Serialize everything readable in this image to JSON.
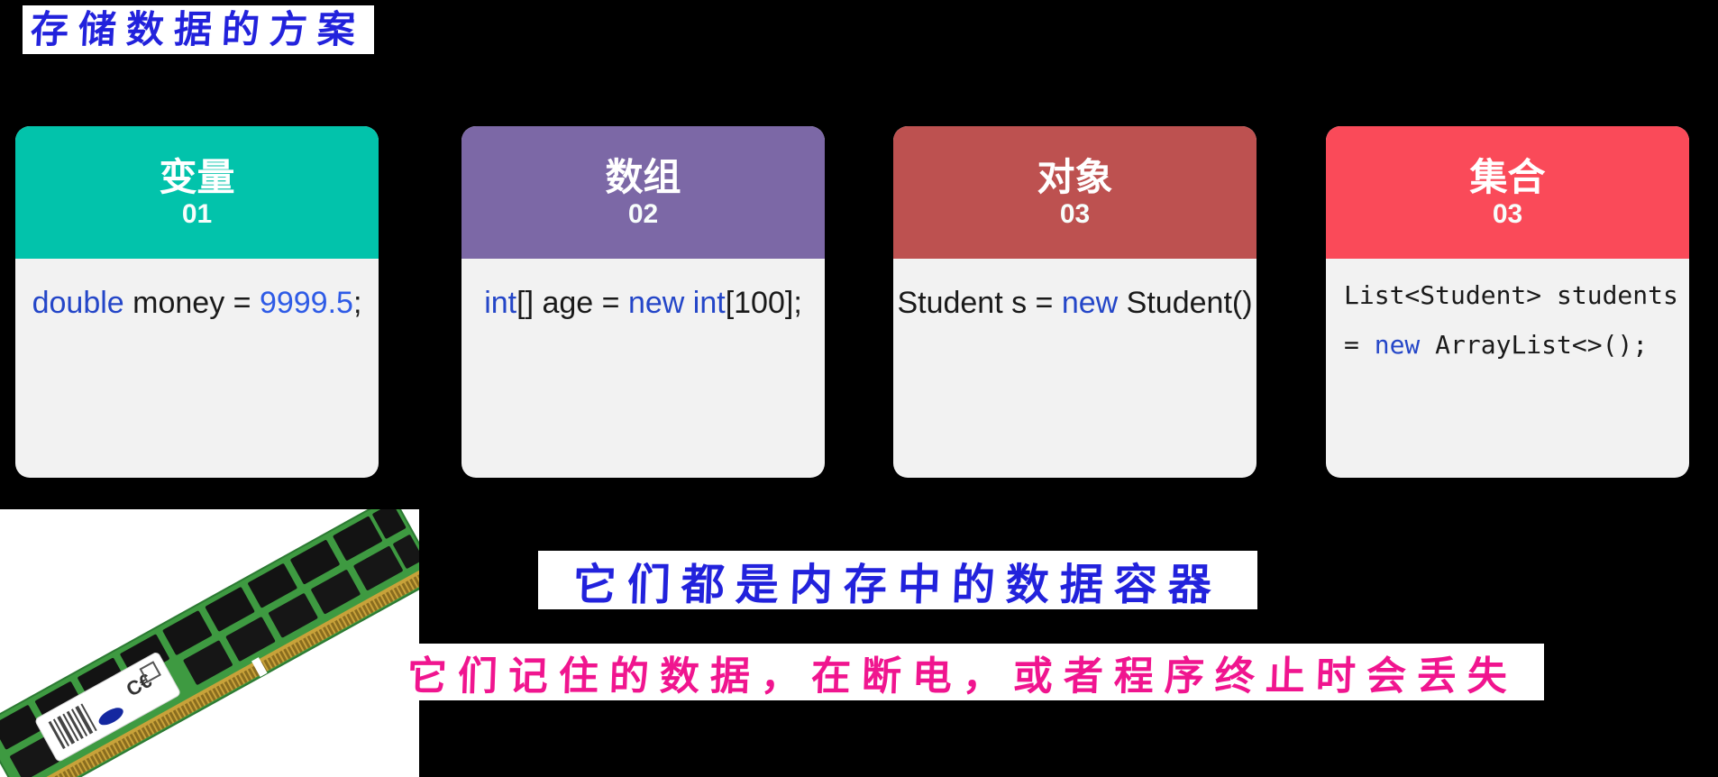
{
  "slide": {
    "background_color": "#000000",
    "title": {
      "text": "存储数据的方案",
      "color": "#2222DC",
      "background": "#FFFFFF"
    }
  },
  "cards": [
    {
      "name": "变量",
      "number": "01",
      "header_color": "#02C3AB",
      "body_color": "#F2F2F2",
      "code": [
        [
          {
            "t": "double",
            "c": "kw"
          },
          {
            "t": " money = ",
            "c": "pl"
          },
          {
            "t": "9999.5",
            "c": "num"
          },
          {
            "t": ";",
            "c": "pl"
          }
        ]
      ]
    },
    {
      "name": "数组",
      "number": "02",
      "header_color": "#7C68A6",
      "body_color": "#F2F2F2",
      "code": [
        [
          {
            "t": "int",
            "c": "kw"
          },
          {
            "t": "[] age = ",
            "c": "pl"
          },
          {
            "t": "new int",
            "c": "kw"
          },
          {
            "t": "[100];",
            "c": "pl"
          }
        ]
      ]
    },
    {
      "name": "对象",
      "number": "03",
      "header_color": "#BD5150",
      "body_color": "#F2F2F2",
      "code": [
        [
          {
            "t": "Student s = ",
            "c": "pl"
          },
          {
            "t": "new",
            "c": "kw"
          },
          {
            "t": " Student()",
            "c": "pl"
          }
        ]
      ]
    },
    {
      "name": "集合",
      "number": "03",
      "header_color": "#FA4A59",
      "body_color": "#F2F2F2",
      "code": [
        [
          {
            "t": "List<Student> students",
            "c": "pl"
          }
        ],
        [
          {
            "t": "= ",
            "c": "pl"
          },
          {
            "t": "new",
            "c": "kw"
          },
          {
            "t": " ArrayList<>();",
            "c": "pl"
          }
        ]
      ]
    }
  ],
  "notes": {
    "memory": {
      "text": "它们都是内存中的数据容器",
      "color": "#2222DC",
      "background": "#FFFFFF"
    },
    "volatile": {
      "text": "它们记住的数据，在断电，或者程序终止时会丢失",
      "color": "#F0158F",
      "background": "#FFFFFF"
    }
  },
  "images": {
    "ram": {
      "name": "ram-memory-module-photo",
      "description_colors": {
        "board": "#3E9A41",
        "chips": "#131313",
        "pins": "#C8A23A",
        "label": "#FFFFFF"
      }
    }
  },
  "code_colors": {
    "keyword": "#2446C8",
    "number": "#2E5BE6",
    "plain": "#1A1A1A"
  }
}
